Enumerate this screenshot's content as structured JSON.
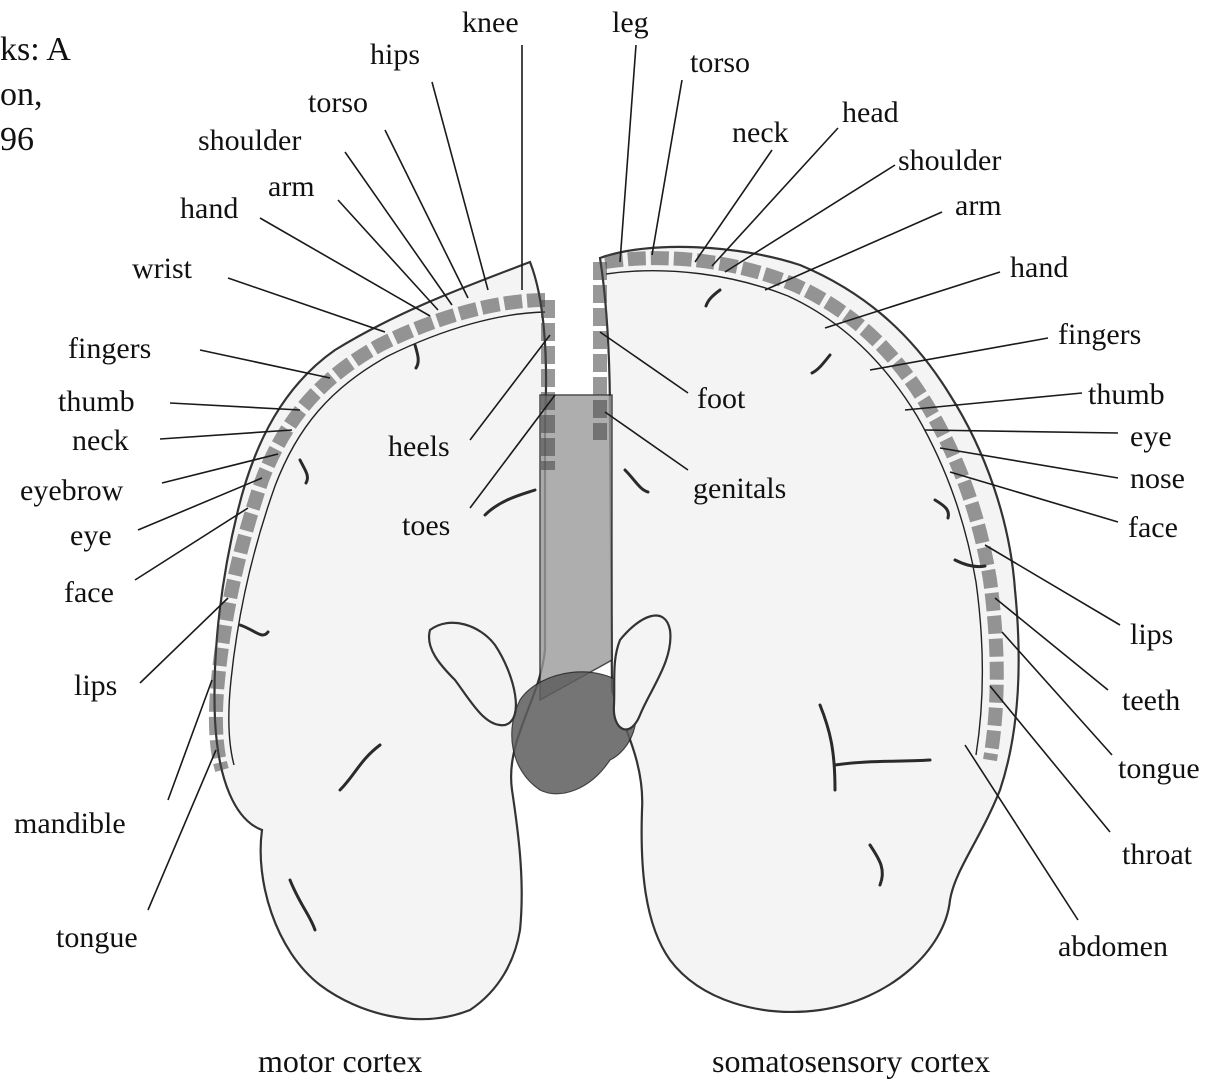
{
  "corner_text": {
    "line1": "ks: A",
    "line2": "on,",
    "line3": "96"
  },
  "captions": {
    "left": "motor cortex",
    "right": "somatosensory cortex"
  },
  "motor_labels": {
    "knee": "knee",
    "hips": "hips",
    "torso": "torso",
    "shoulder": "shoulder",
    "arm": "arm",
    "hand": "hand",
    "wrist": "wrist",
    "fingers": "fingers",
    "thumb": "thumb",
    "neck": "neck",
    "eyebrow": "eyebrow",
    "eye": "eye",
    "face": "face",
    "lips": "lips",
    "mandible": "mandible",
    "tongue": "tongue",
    "heels": "heels",
    "toes": "toes"
  },
  "sensory_labels": {
    "leg": "leg",
    "torso": "torso",
    "neck": "neck",
    "head": "head",
    "shoulder": "shoulder",
    "arm": "arm",
    "hand": "hand",
    "fingers": "fingers",
    "thumb": "thumb",
    "eye": "eye",
    "nose": "nose",
    "face": "face",
    "lips": "lips",
    "teeth": "teeth",
    "tongue": "tongue",
    "throat": "throat",
    "abdomen": "abdomen",
    "foot": "foot",
    "genitals": "genitals"
  }
}
